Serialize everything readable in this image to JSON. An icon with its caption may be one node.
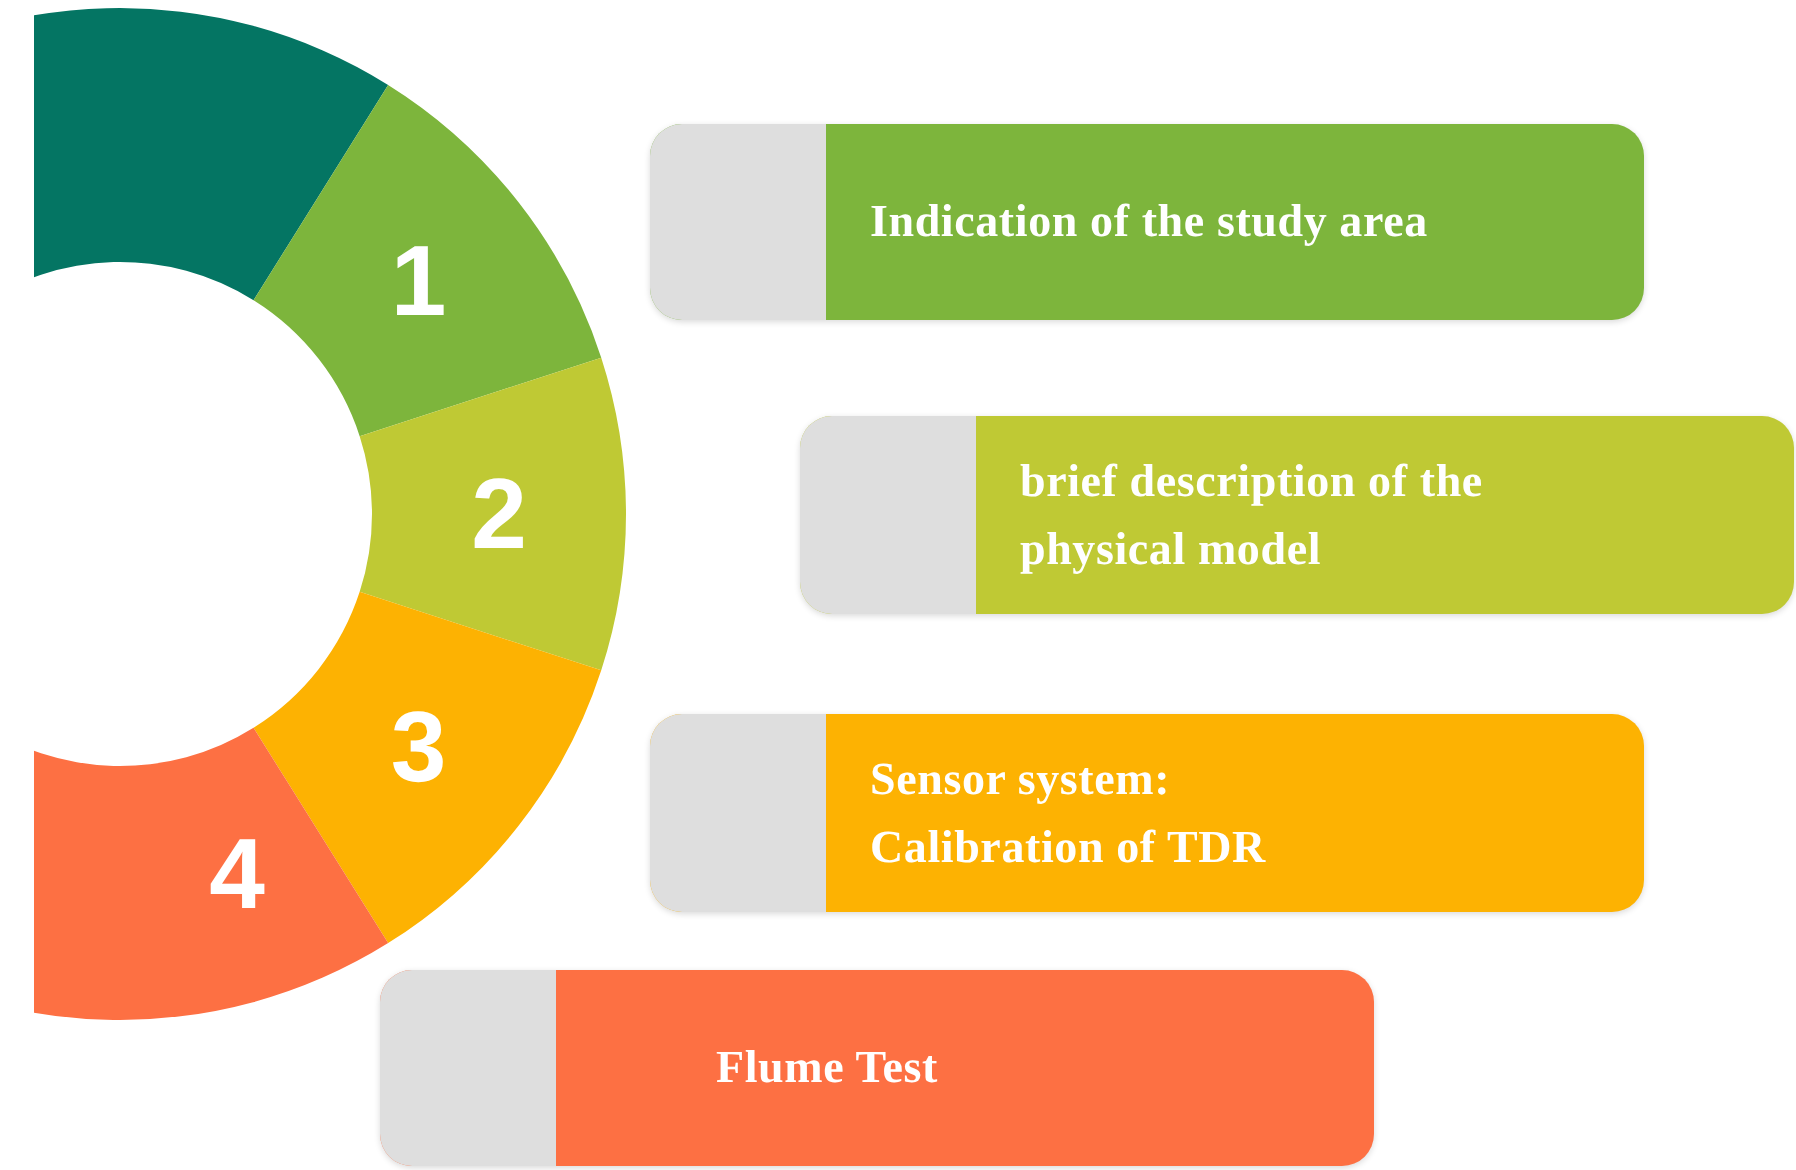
{
  "diagram": {
    "nodes": [
      {
        "text": [],
        "shape": "arc"
      },
      {
        "text": [
          "1"
        ]
      },
      {
        "text": [
          "2"
        ]
      },
      {
        "text": [
          "3"
        ]
      },
      {
        "text": [
          "4"
        ]
      },
      {
        "text": [
          "Indication of the study area"
        ]
      },
      {
        "text": [
          "brief description of the physical model"
        ]
      },
      {
        "text": [
          "Sensor system: Calibration of TDR"
        ]
      },
      {
        "text": [
          "Flume Test"
        ]
      }
    ],
    "edges": []
  }
}
